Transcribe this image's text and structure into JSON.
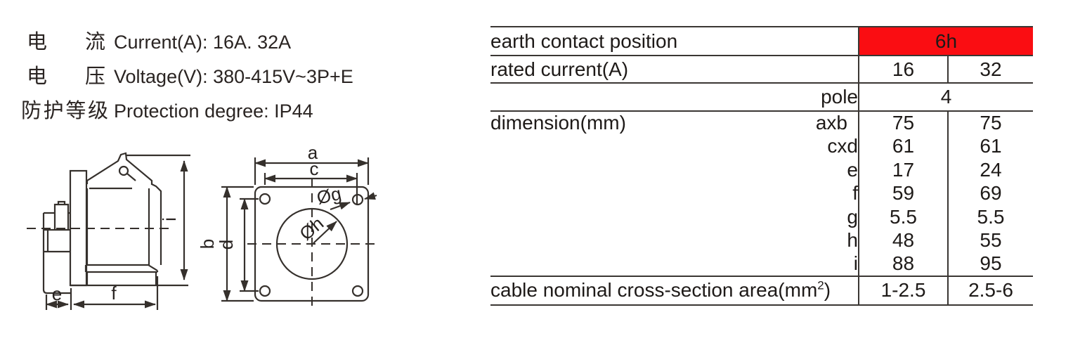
{
  "specs": {
    "lines": [
      {
        "cn": [
          "电",
          "流"
        ],
        "en": "Current(A): 16A. 32A"
      },
      {
        "cn": [
          "电",
          "压"
        ],
        "en": "Voltage(V): 380-415V~3P+E"
      },
      {
        "cn": [
          "防",
          "护",
          "等",
          "级"
        ],
        "en": "Protection degree: IP44"
      }
    ]
  },
  "table": {
    "rows": {
      "earth": {
        "label": "earth contact position",
        "value": "6h"
      },
      "rated": {
        "label": "rated current(A)",
        "values": [
          "16",
          "32"
        ]
      },
      "pole": {
        "label": "pole",
        "value": "4"
      },
      "dimension": {
        "label": "dimension(mm)",
        "unit_rows": [
          {
            "name": "axb",
            "values": [
              "75",
              "75"
            ]
          },
          {
            "name": "cxd",
            "values": [
              "61",
              "61"
            ]
          },
          {
            "name": "e",
            "values": [
              "17",
              "24"
            ]
          },
          {
            "name": "f",
            "values": [
              "59",
              "69"
            ]
          },
          {
            "name": "g",
            "values": [
              "5.5",
              "5.5"
            ]
          },
          {
            "name": "h",
            "values": [
              "48",
              "55"
            ]
          },
          {
            "name": "i",
            "values": [
              "88",
              "95"
            ]
          }
        ]
      },
      "cable": {
        "label_main": "cable nominal cross-section area(mm",
        "label_sup": "2",
        "label_close": ")",
        "values": [
          "1-2.5",
          "2.5-6"
        ]
      }
    }
  },
  "drawings": {
    "side_view": {
      "labels": {
        "i": "i",
        "e": "e",
        "f": "f"
      }
    },
    "front_view": {
      "labels": {
        "a": "a",
        "b": "b",
        "c": "c",
        "d": "d",
        "diameter_g": "Øg",
        "diameter_h": "Øh"
      }
    }
  },
  "colors": {
    "accent_red": "#fa0d12",
    "table_line": "#3a3633",
    "ink": "#272220"
  }
}
